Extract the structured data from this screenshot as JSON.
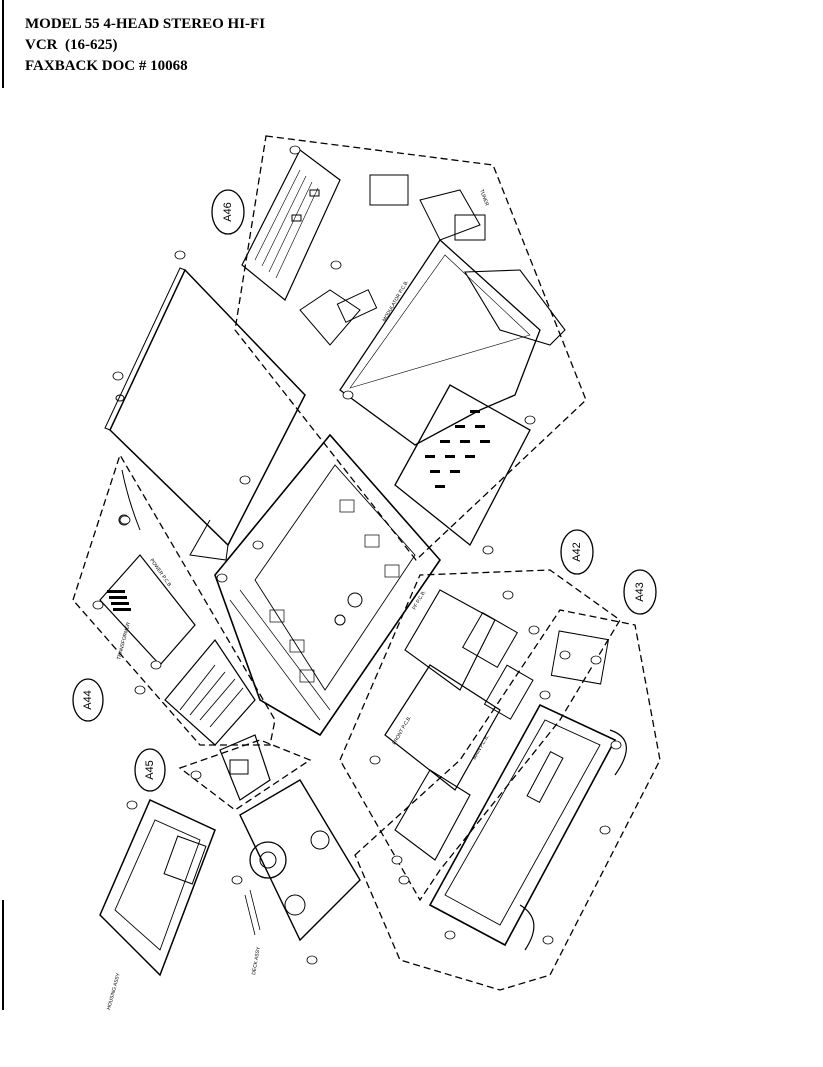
{
  "header": {
    "line1": "MODEL 55 4-HEAD STEREO HI-FI",
    "line2": "VCR  (16-625)",
    "line3": "FAXBACK DOC # 10068"
  },
  "assemblies": {
    "a46": "A46",
    "a42": "A42",
    "a43": "A43",
    "a44": "A44",
    "a45": "A45"
  },
  "part_labels": {
    "deck_assy": "DECK ASSY",
    "housing_assy": "HOUSING ASSY",
    "transformer": "TRANSFORMER",
    "power_pcb": "POWER P.C.B.",
    "ff_pcb": "FF P.C.B.",
    "modulator_pcb": "MODULATOR P.C.B.",
    "tuner": "TUNER",
    "front_pcb": "FRONT P.C.B.",
    "main_pcb": "MAIN P.C.B."
  }
}
